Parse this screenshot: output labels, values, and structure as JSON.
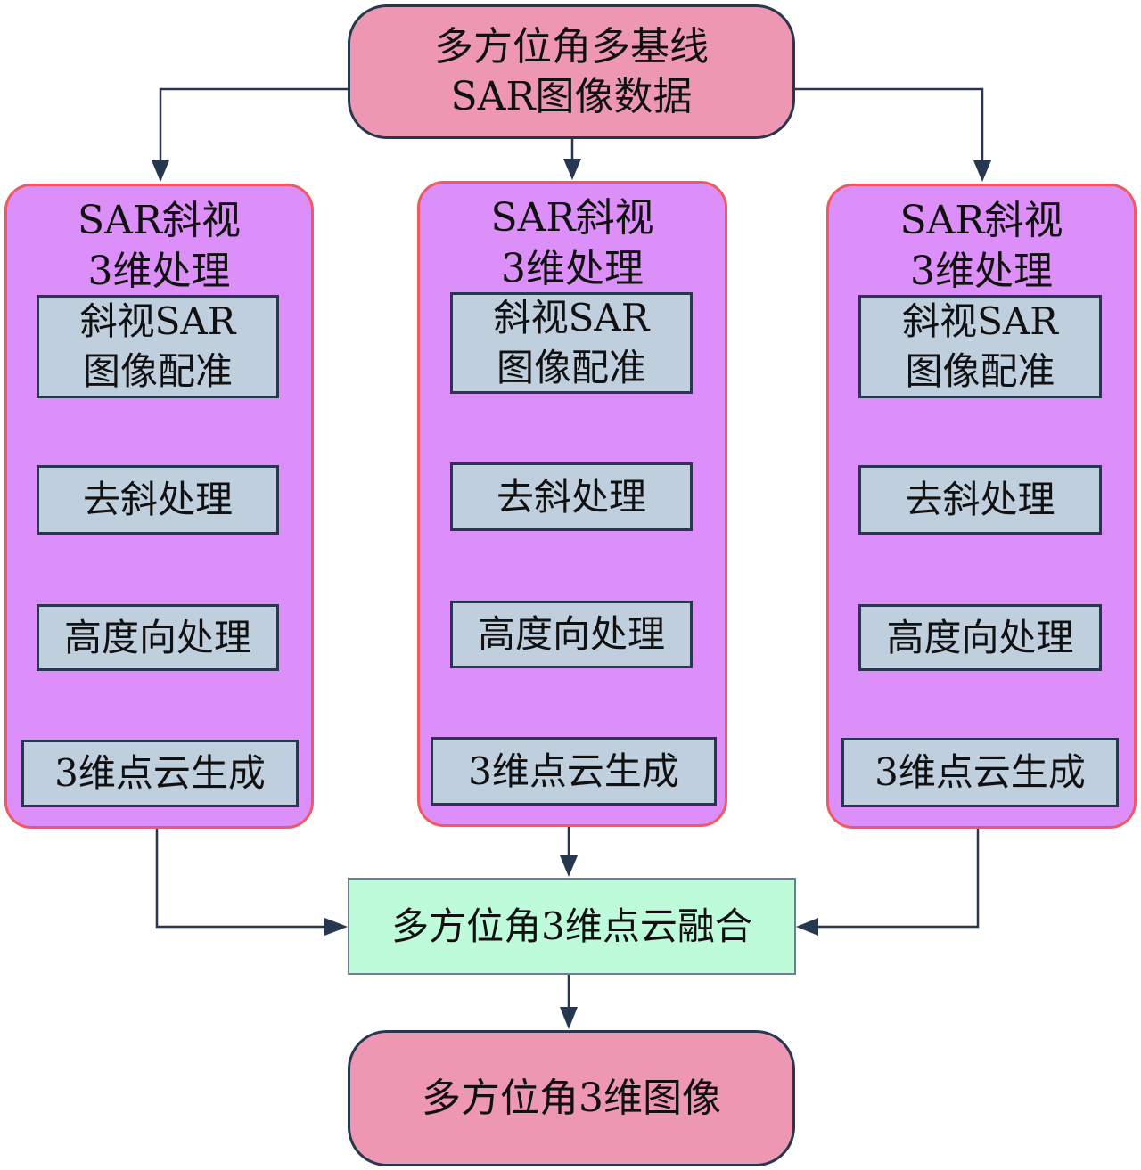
{
  "nodes": {
    "source": "多方位角多基线\nSAR图像数据",
    "fusion": "多方位角3维点云融合",
    "output": "多方位角3维图像"
  },
  "panels": [
    {
      "title": "SAR斜视\n3维处理",
      "steps": [
        "斜视SAR\n图像配准",
        "去斜处理",
        "高度向处理",
        "3维点云生成"
      ]
    },
    {
      "title": "SAR斜视\n3维处理",
      "steps": [
        "斜视SAR\n图像配准",
        "去斜处理",
        "高度向处理",
        "3维点云生成"
      ]
    },
    {
      "title": "SAR斜视\n3维处理",
      "steps": [
        "斜视SAR\n图像配准",
        "去斜处理",
        "高度向处理",
        "3维点云生成"
      ]
    }
  ],
  "colors": {
    "terminal_fill": "#ee97b3",
    "panel_fill": "#dd8ff9",
    "panel_border": "#ef5a62",
    "step_fill": "#bfcfde",
    "fusion_fill": "#bdfbdb",
    "arrow": "#26374f"
  }
}
